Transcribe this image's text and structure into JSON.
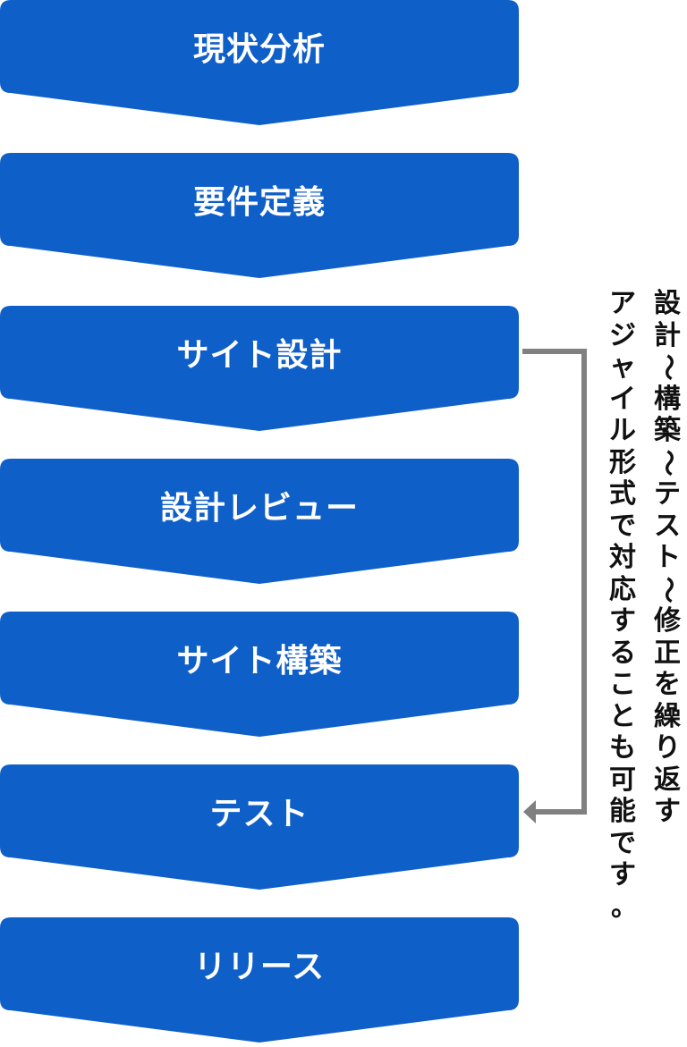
{
  "steps": [
    {
      "label": "現状分析"
    },
    {
      "label": "要件定義"
    },
    {
      "label": "サイト設計"
    },
    {
      "label": "設計レビュー"
    },
    {
      "label": "サイト構築"
    },
    {
      "label": "テスト"
    },
    {
      "label": "リリース"
    }
  ],
  "loop_note": {
    "line1": "設計～構築～テスト～修正を繰り返す",
    "line2": "アジャイル形式で対応することも可能です。"
  },
  "colors": {
    "step_fill": "#0f5fc9",
    "step_text": "#ffffff",
    "loop_arrow": "#808080",
    "note_text": "#111111"
  }
}
